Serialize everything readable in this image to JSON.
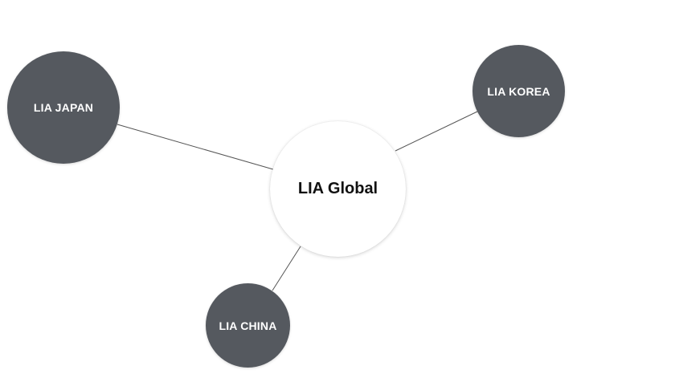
{
  "center": {
    "label": "LIA Global"
  },
  "nodes": [
    {
      "id": "japan",
      "label": "LIA JAPAN"
    },
    {
      "id": "korea",
      "label": "LIA KOREA"
    },
    {
      "id": "china",
      "label": "LIA CHINA"
    }
  ],
  "colors": {
    "node_fill": "#55595f",
    "node_text": "#ffffff",
    "center_fill": "#ffffff",
    "center_text": "#111111",
    "edge": "#555555"
  }
}
